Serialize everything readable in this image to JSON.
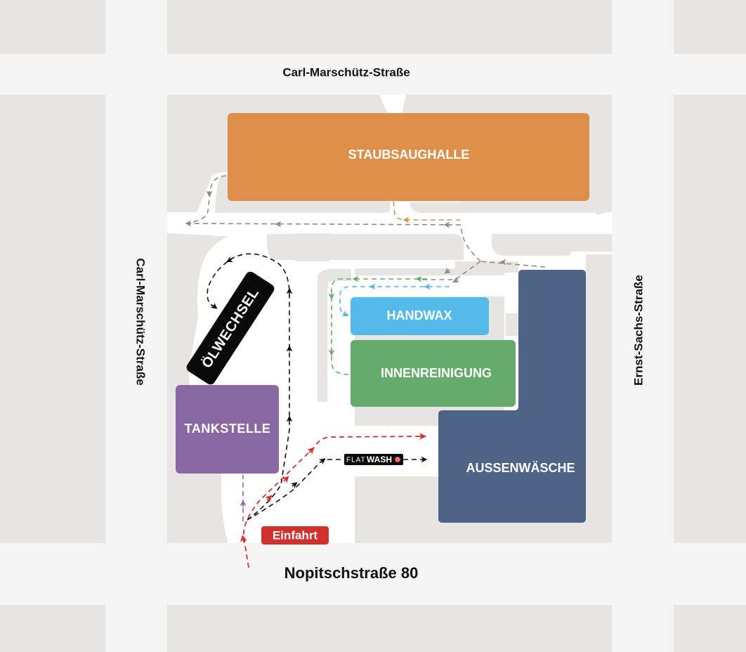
{
  "streets": {
    "north": "Carl-Marschütz-Straße",
    "west": "Carl-Marschütz-Straße",
    "east": "Ernst-Sachs-Straße",
    "address": "Nopitschstraße 80"
  },
  "zones": {
    "staubsaughalle": {
      "label": "STAUBSAUGHALLE",
      "color": "#de904a"
    },
    "oelwechsel": {
      "label": "ÖLWECHSEL",
      "color": "#0a0a0a"
    },
    "tankstelle": {
      "label": "TANKSTELLE",
      "color": "#8a68a3"
    },
    "handwax": {
      "label": "HANDWAX",
      "color": "#55b9ea"
    },
    "innenreinigung": {
      "label": "INNENREINIGUNG",
      "color": "#65ab6b"
    },
    "aussenwaesche": {
      "label": "AUSSENWÄSCHE",
      "color": "#4f6387"
    }
  },
  "badges": {
    "entry": {
      "label": "Einfahrt",
      "color": "#d0312d"
    },
    "flatwash": {
      "prefix": "FLAT",
      "name": "WASH",
      "icon": "circled-registered-icon"
    }
  },
  "colors": {
    "street": "#f5f5f5",
    "block": "#e6e5e4",
    "route_gray": "#8a8a8a",
    "route_orange": "#de904a",
    "route_green": "#65ab6b",
    "route_blue": "#55b9ea",
    "route_black": "#111111",
    "route_red": "#d0312d",
    "route_purple": "#8a68a3"
  }
}
